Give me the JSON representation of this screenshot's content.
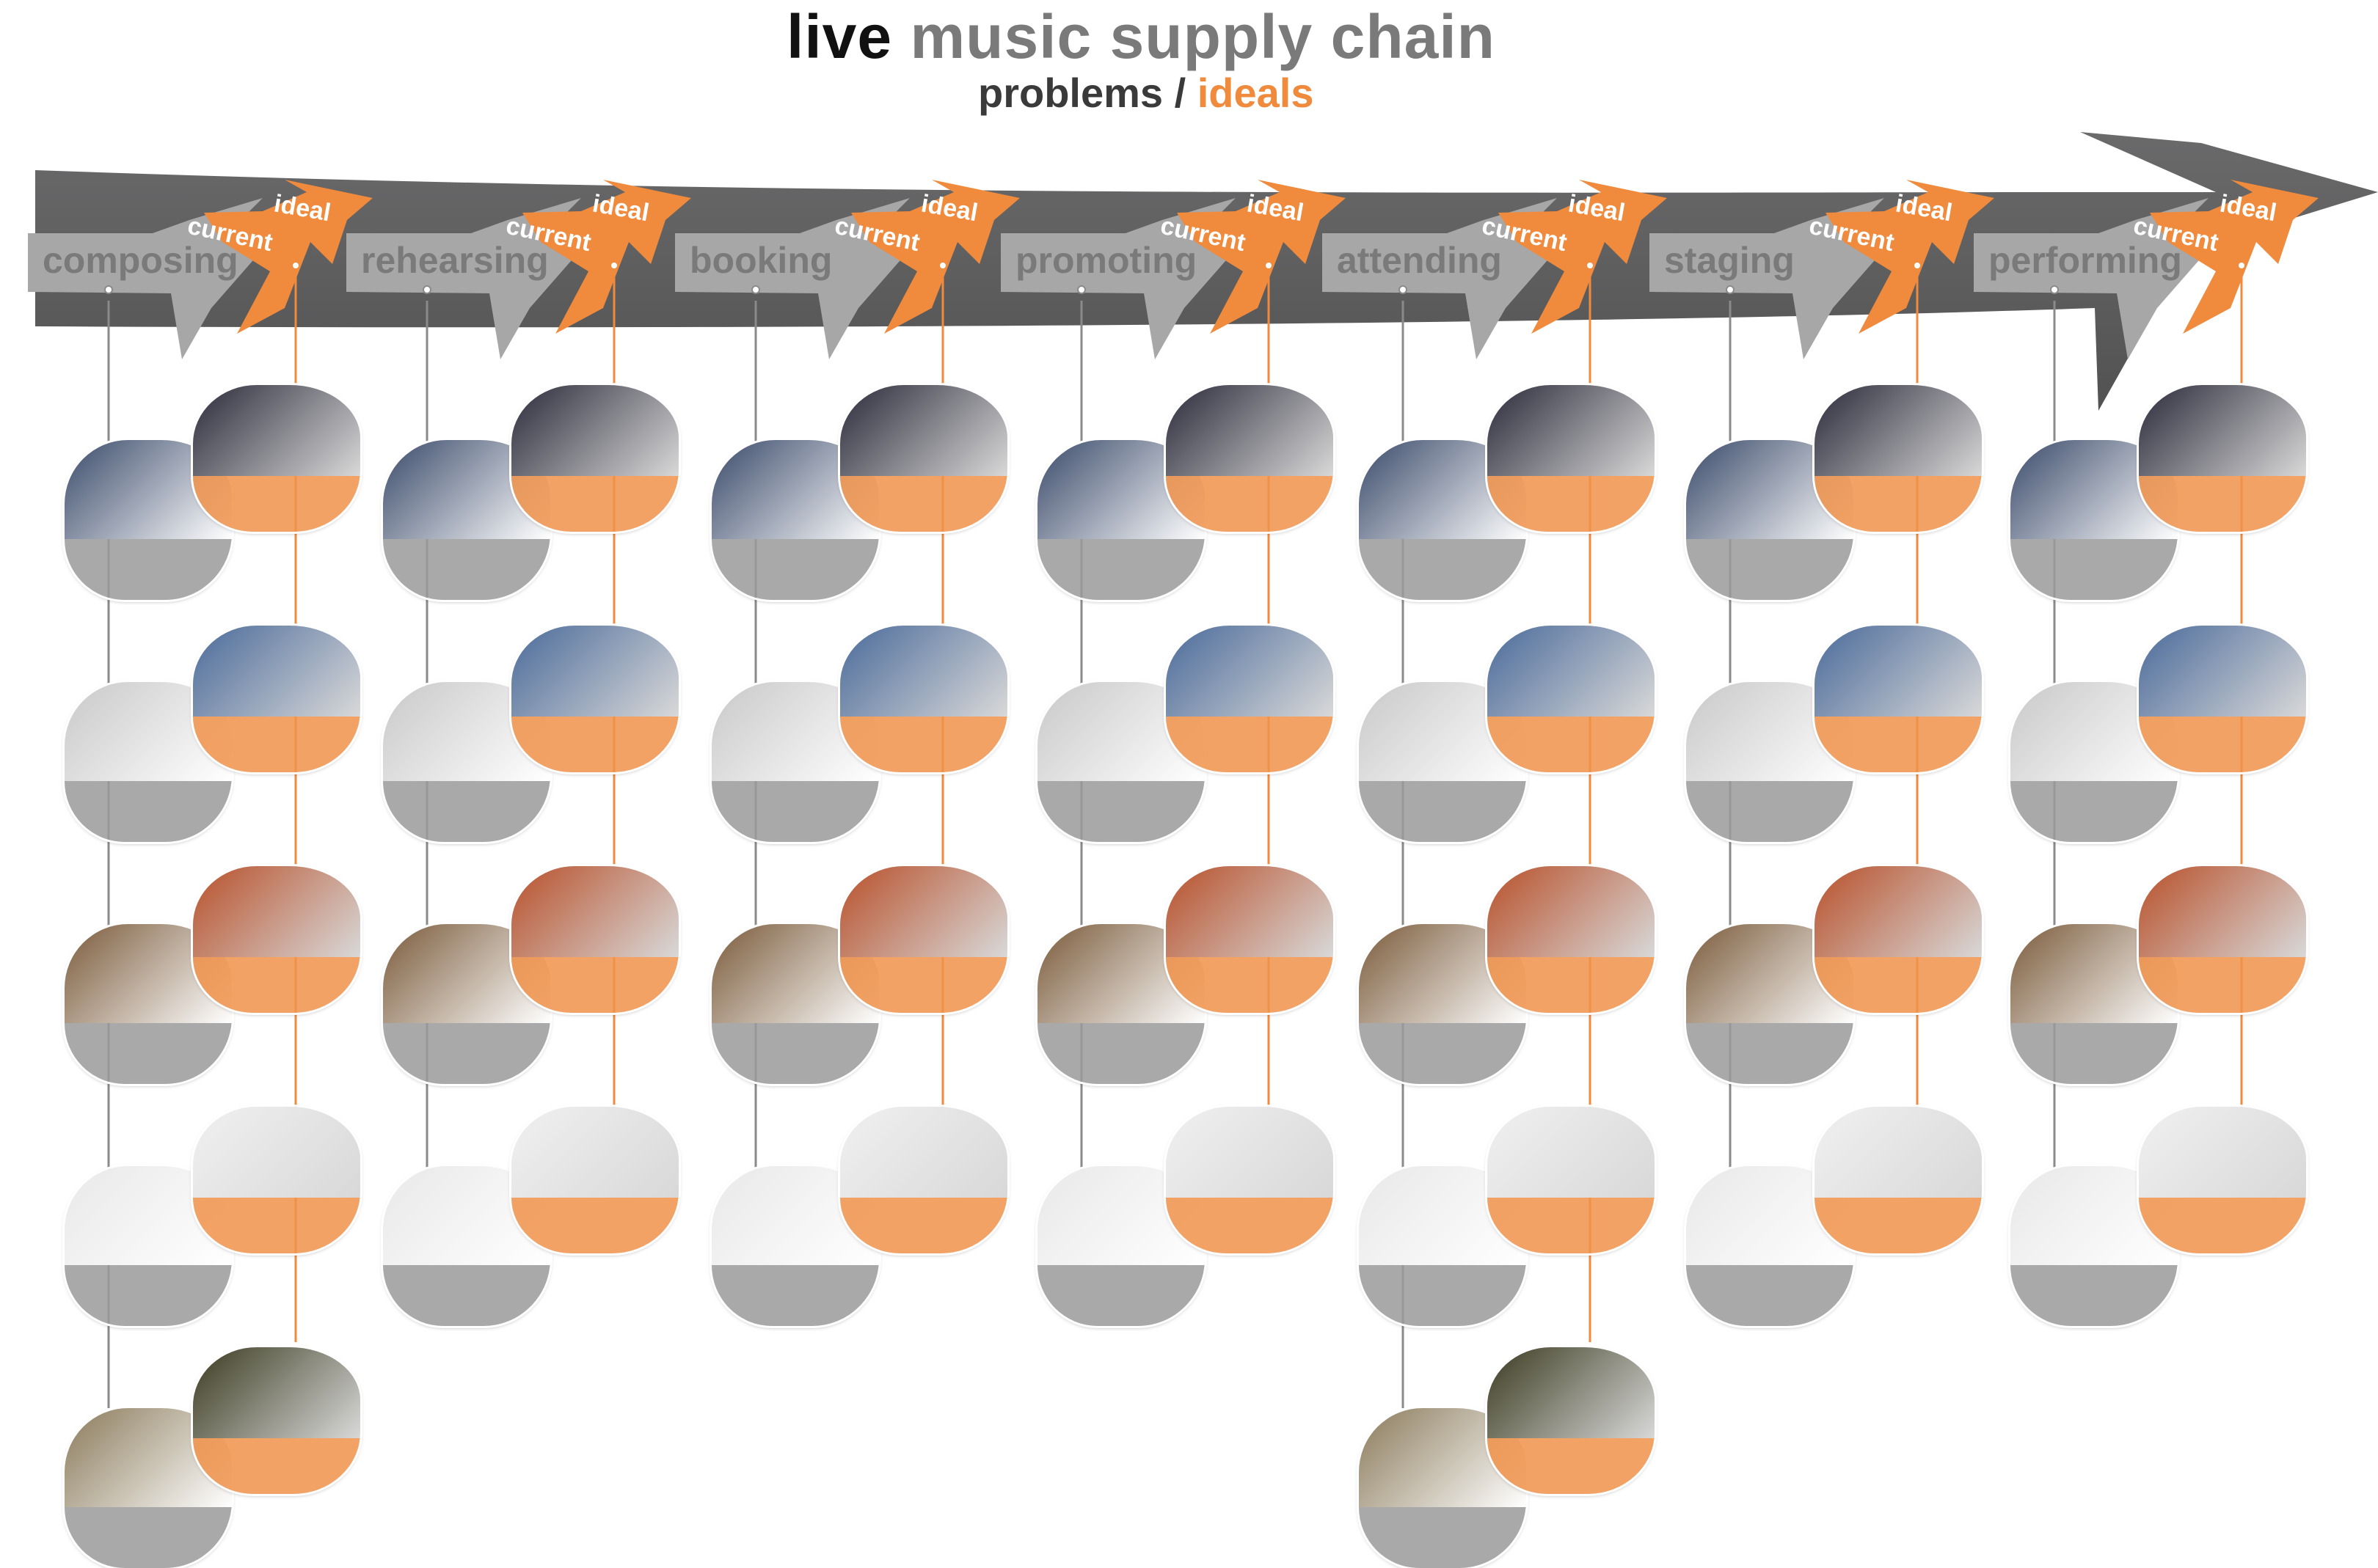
{
  "title": {
    "part1": "live",
    "part2": "music supply chain"
  },
  "subtitle": {
    "part1": "problems /",
    "part2": "ideals"
  },
  "arrow_labels": {
    "current": "current",
    "ideal": "ideal"
  },
  "colors": {
    "dark_band": "#5f5f60",
    "light_band": "#a7a7a8",
    "orange": "#f08a3c",
    "problem_caption": "#9a9a9a",
    "ideal_caption": "#f0924a"
  },
  "stages": [
    {
      "label": "composing",
      "problems": 5,
      "ideals": 5
    },
    {
      "label": "rehearsing",
      "problems": 4,
      "ideals": 4
    },
    {
      "label": "booking",
      "problems": 4,
      "ideals": 4
    },
    {
      "label": "promoting",
      "problems": 4,
      "ideals": 4
    },
    {
      "label": "attending",
      "problems": 5,
      "ideals": 5
    },
    {
      "label": "staging",
      "problems": 4,
      "ideals": 4
    },
    {
      "label": "performing",
      "problems": 4,
      "ideals": 4
    }
  ],
  "card_images": {
    "problem": [
      "musician-photo",
      "puzzle-photo",
      "violin-lesson-photo",
      "cartoon-sketch",
      "crumpled-paper-photo"
    ],
    "ideal": [
      "crowd-collage-photo",
      "puzzle-pieces-photo",
      "guitarist-photo",
      "cartoon-sketch",
      "glowing-brain-photo"
    ]
  }
}
